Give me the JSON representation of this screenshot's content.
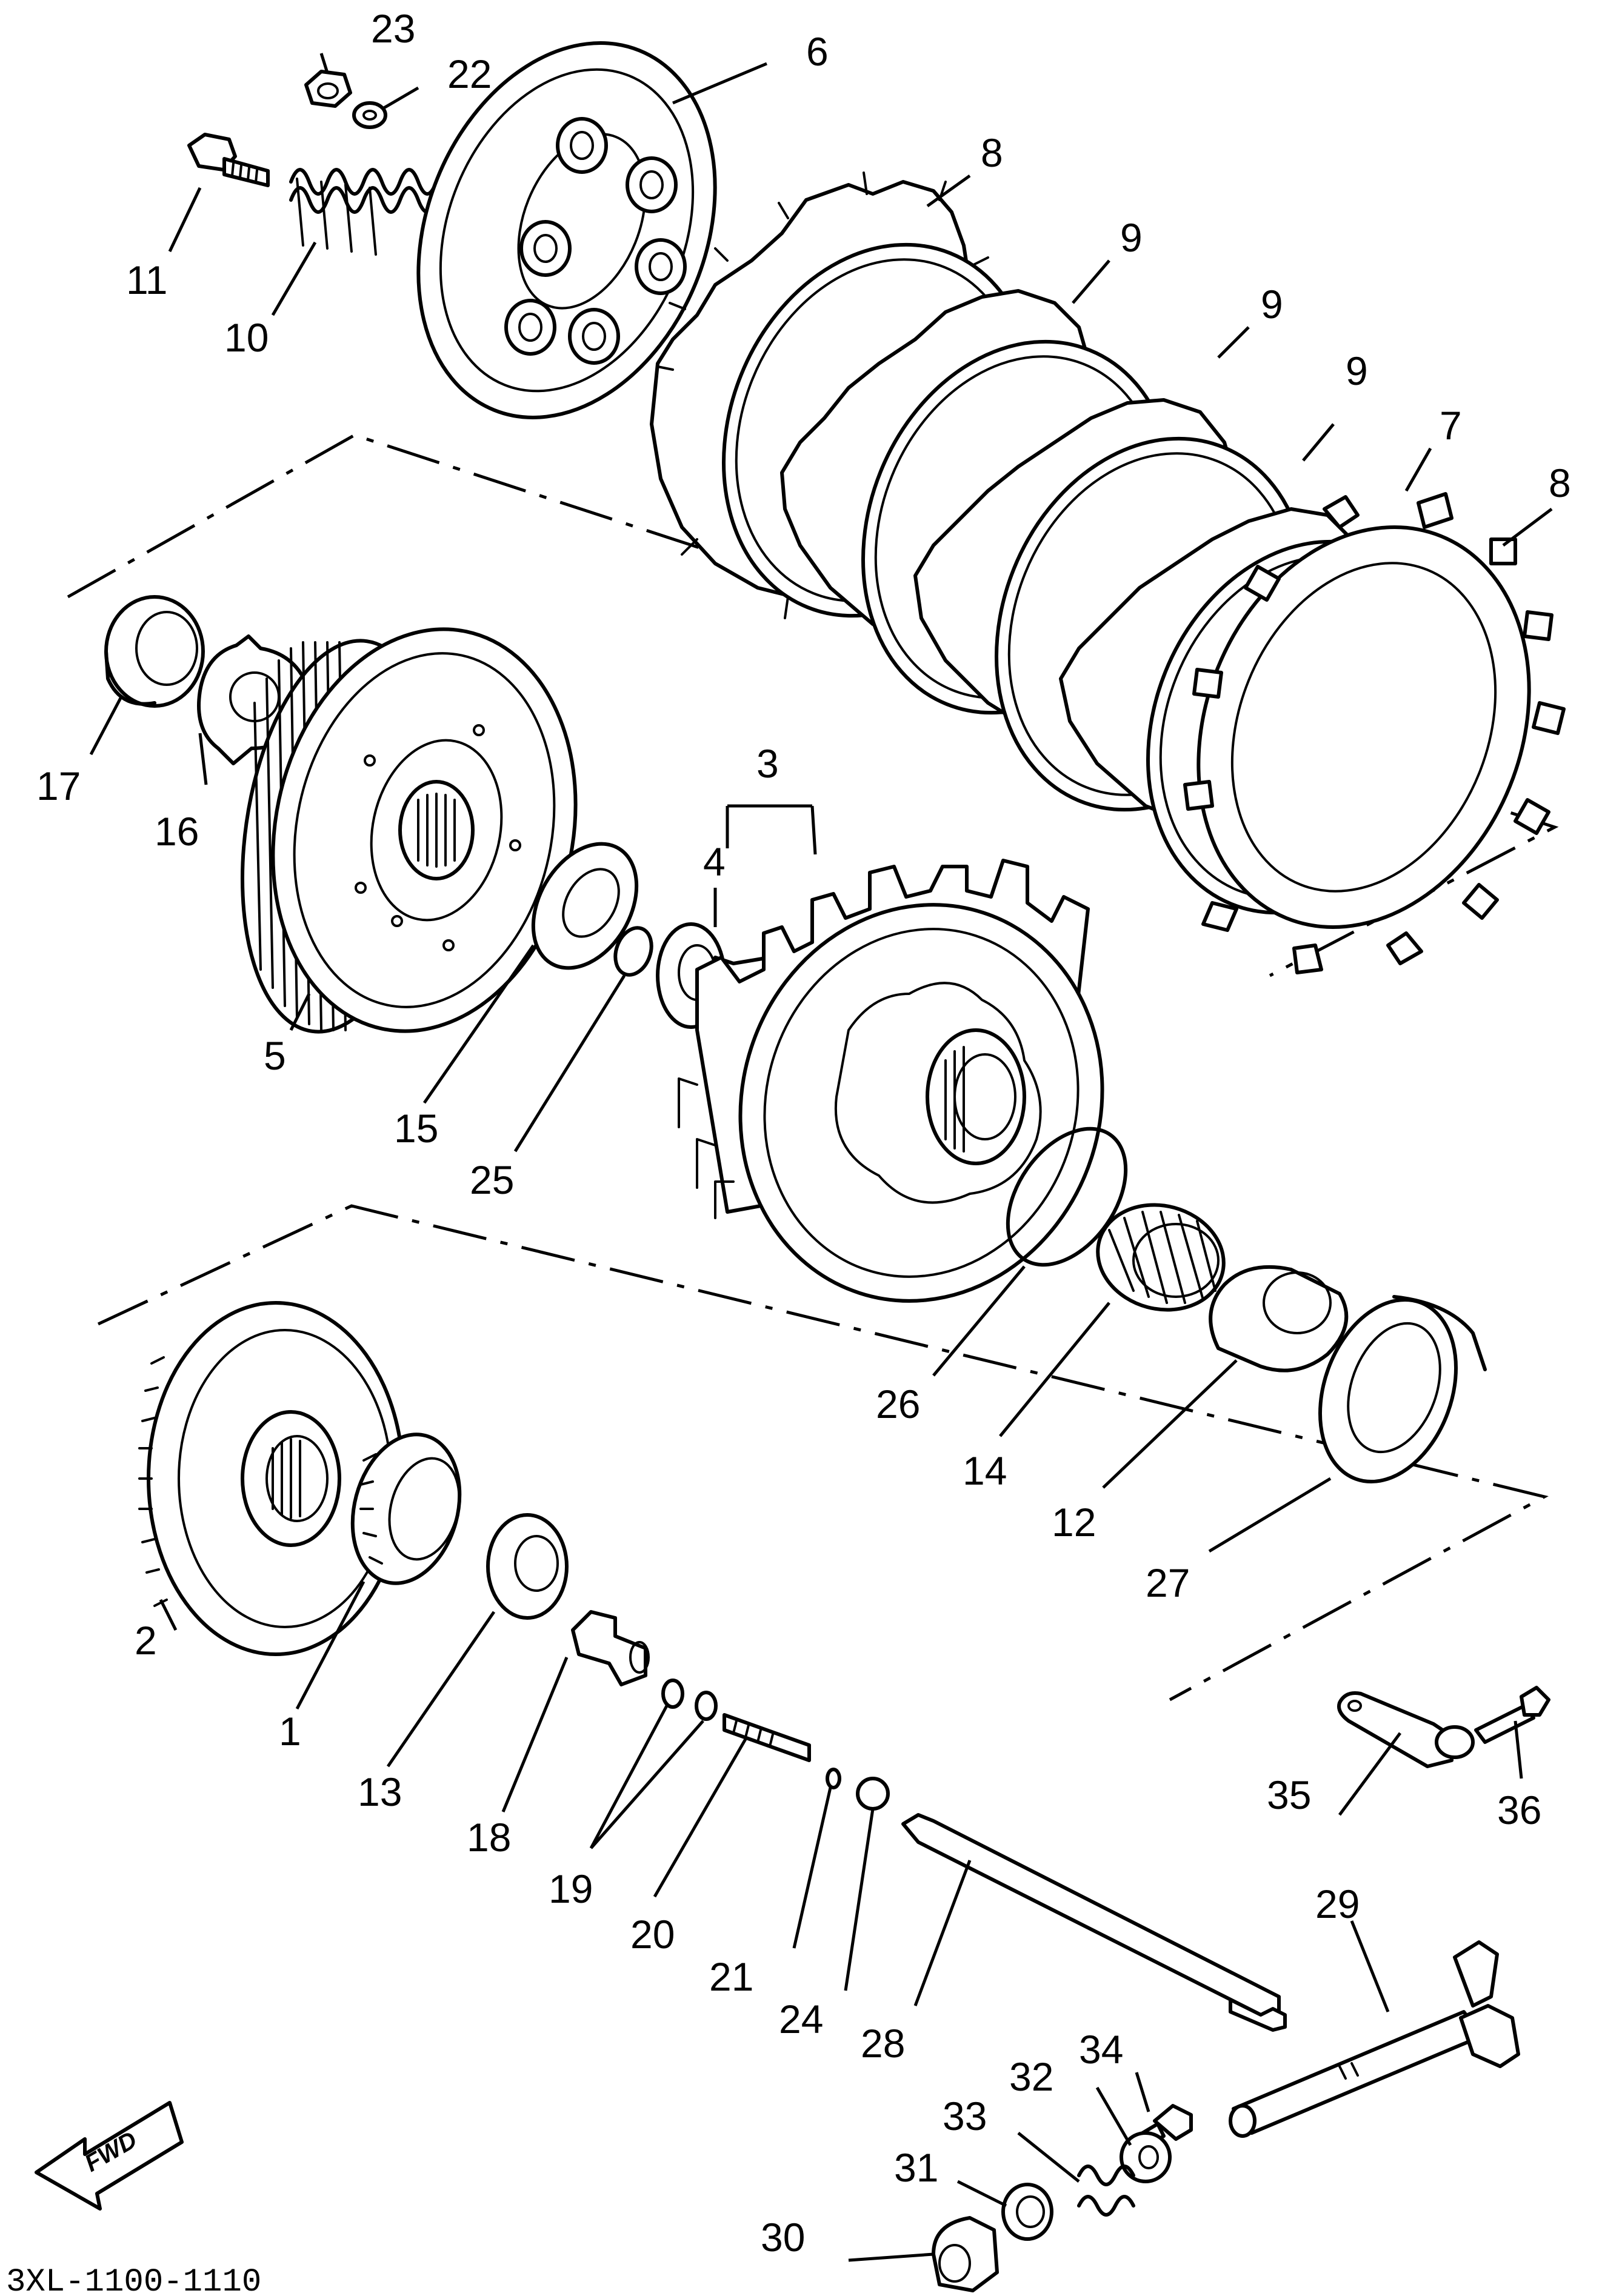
{
  "diagram": {
    "fwd_label": "FWD",
    "footer_code": "3XL-1100-1110",
    "callouts": [
      {
        "id": "c1",
        "text": "1"
      },
      {
        "id": "c2",
        "text": "2"
      },
      {
        "id": "c3",
        "text": "3"
      },
      {
        "id": "c4",
        "text": "4"
      },
      {
        "id": "c5",
        "text": "5"
      },
      {
        "id": "c6",
        "text": "6"
      },
      {
        "id": "c7",
        "text": "7"
      },
      {
        "id": "c8a",
        "text": "8"
      },
      {
        "id": "c8b",
        "text": "8"
      },
      {
        "id": "c9a",
        "text": "9"
      },
      {
        "id": "c9b",
        "text": "9"
      },
      {
        "id": "c9c",
        "text": "9"
      },
      {
        "id": "c10",
        "text": "10"
      },
      {
        "id": "c11",
        "text": "11"
      },
      {
        "id": "c12",
        "text": "12"
      },
      {
        "id": "c13",
        "text": "13"
      },
      {
        "id": "c14",
        "text": "14"
      },
      {
        "id": "c15",
        "text": "15"
      },
      {
        "id": "c16",
        "text": "16"
      },
      {
        "id": "c17",
        "text": "17"
      },
      {
        "id": "c18",
        "text": "18"
      },
      {
        "id": "c19",
        "text": "19"
      },
      {
        "id": "c20",
        "text": "20"
      },
      {
        "id": "c21",
        "text": "21"
      },
      {
        "id": "c22",
        "text": "22"
      },
      {
        "id": "c23",
        "text": "23"
      },
      {
        "id": "c24",
        "text": "24"
      },
      {
        "id": "c25",
        "text": "25"
      },
      {
        "id": "c26",
        "text": "26"
      },
      {
        "id": "c27",
        "text": "27"
      },
      {
        "id": "c28",
        "text": "28"
      },
      {
        "id": "c29",
        "text": "29"
      },
      {
        "id": "c30",
        "text": "30"
      },
      {
        "id": "c31",
        "text": "31"
      },
      {
        "id": "c32",
        "text": "32"
      },
      {
        "id": "c33",
        "text": "33"
      },
      {
        "id": "c34",
        "text": "34"
      },
      {
        "id": "c35",
        "text": "35"
      },
      {
        "id": "c36",
        "text": "36"
      }
    ]
  }
}
